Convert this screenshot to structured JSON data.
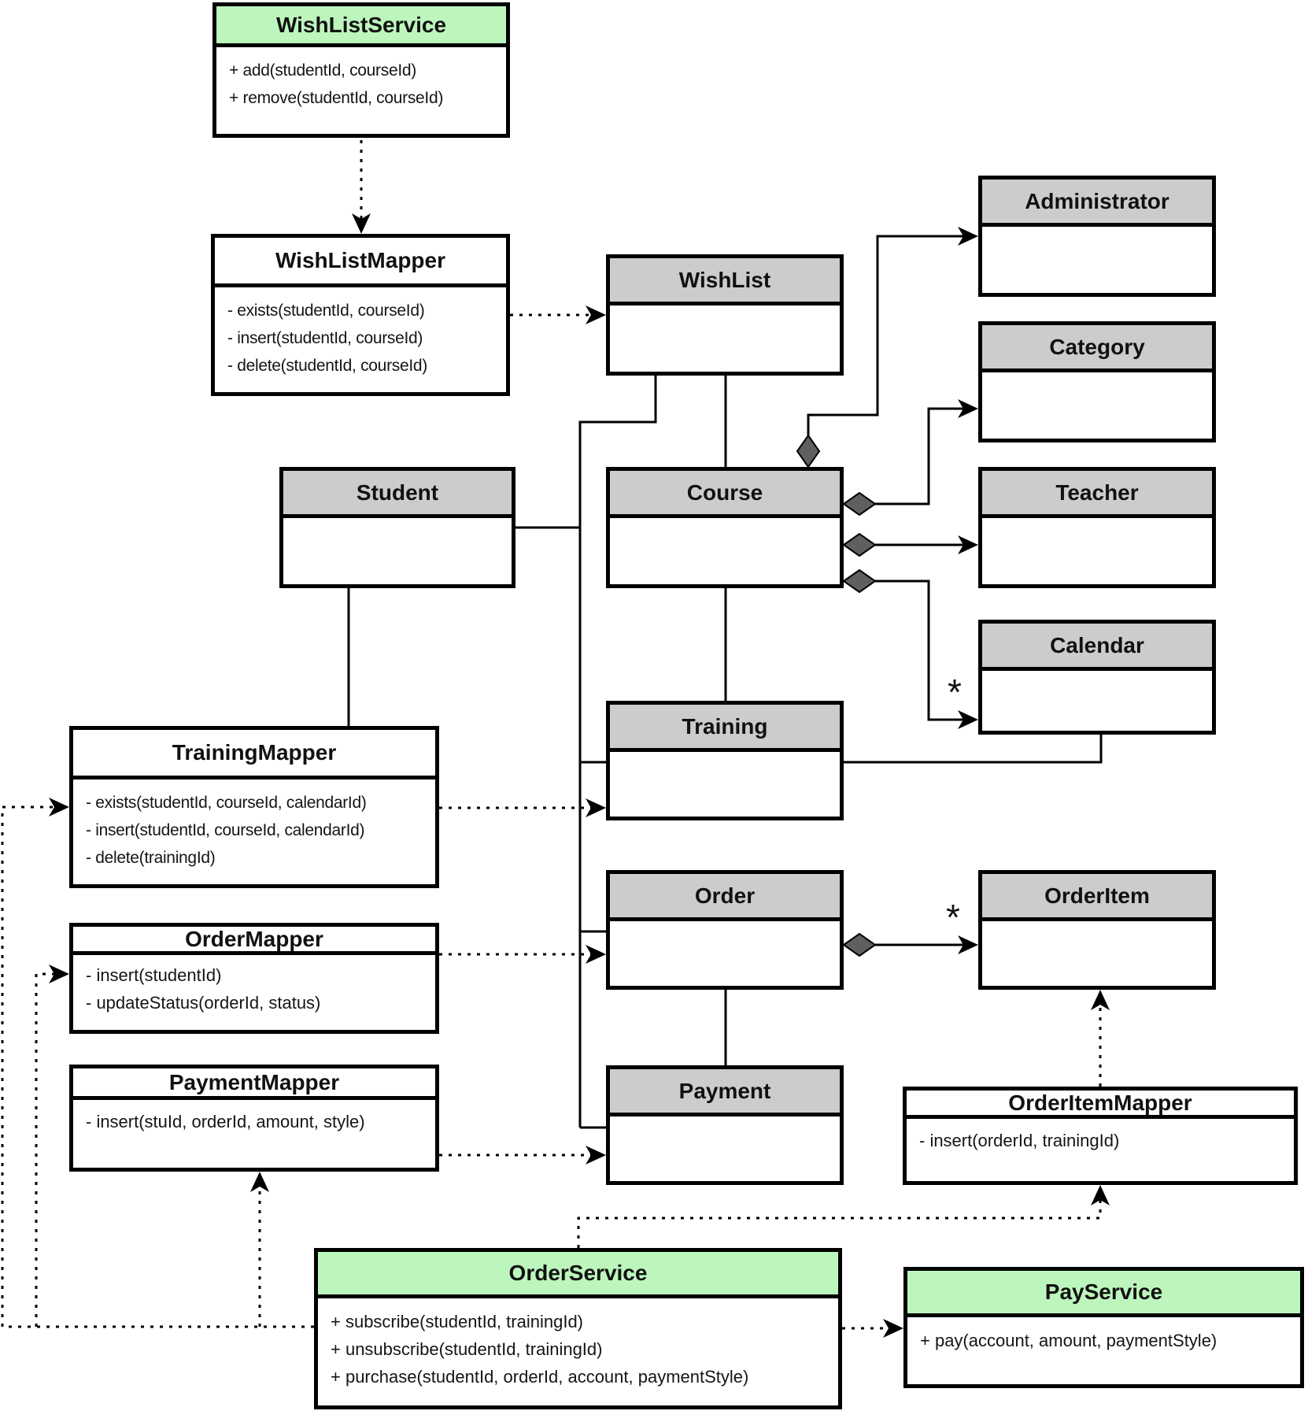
{
  "diagram": {
    "kind": "uml-class-diagram",
    "colors": {
      "service_header": "#bdf6bd",
      "entity_header": "#cccccc",
      "mapper_header": "#ffffff",
      "line": "#000000",
      "diamond_fill": "#5f5f5f",
      "background": "#ffffff"
    },
    "classes": [
      {
        "name": "WishListService",
        "kind": "service",
        "methods": [
          "+ add(studentId, courseId)",
          "+ remove(studentId, courseId)"
        ]
      },
      {
        "name": "WishListMapper",
        "kind": "mapper",
        "methods": [
          "- exists(studentId, courseId)",
          "- insert(studentId, courseId)",
          "- delete(studentId, courseId)"
        ]
      },
      {
        "name": "WishList",
        "kind": "entity",
        "methods": []
      },
      {
        "name": "Administrator",
        "kind": "entity",
        "methods": []
      },
      {
        "name": "Category",
        "kind": "entity",
        "methods": []
      },
      {
        "name": "Student",
        "kind": "entity",
        "methods": []
      },
      {
        "name": "Course",
        "kind": "entity",
        "methods": []
      },
      {
        "name": "Teacher",
        "kind": "entity",
        "methods": []
      },
      {
        "name": "Calendar",
        "kind": "entity",
        "methods": []
      },
      {
        "name": "TrainingMapper",
        "kind": "mapper",
        "methods": [
          "- exists(studentId, courseId, calendarId)",
          "- insert(studentId, courseId, calendarId)",
          "- delete(trainingId)"
        ]
      },
      {
        "name": "Training",
        "kind": "entity",
        "methods": []
      },
      {
        "name": "OrderMapper",
        "kind": "mapper",
        "methods": [
          "- insert(studentId)",
          "- updateStatus(orderId, status)"
        ]
      },
      {
        "name": "Order",
        "kind": "entity",
        "methods": []
      },
      {
        "name": "OrderItem",
        "kind": "entity",
        "methods": []
      },
      {
        "name": "PaymentMapper",
        "kind": "mapper",
        "methods": [
          "- insert(stuId, orderId, amount, style)"
        ]
      },
      {
        "name": "Payment",
        "kind": "entity",
        "methods": []
      },
      {
        "name": "OrderItemMapper",
        "kind": "mapper",
        "methods": [
          "- insert(orderId, trainingId)"
        ]
      },
      {
        "name": "OrderService",
        "kind": "service",
        "methods": [
          "+ subscribe(studentId, trainingId)",
          "+ unsubscribe(studentId, trainingId)",
          "+ purchase(studentId, orderId, account, paymentStyle)"
        ]
      },
      {
        "name": "PayService",
        "kind": "service",
        "methods": [
          "+ pay(account, amount, paymentStyle)"
        ]
      }
    ],
    "multiplicities": {
      "course_calendar": "*",
      "order_orderitem": "*"
    },
    "relations": [
      {
        "from": "WishListService",
        "to": "WishListMapper",
        "type": "dependency"
      },
      {
        "from": "WishListMapper",
        "to": "WishList",
        "type": "dependency"
      },
      {
        "from": "TrainingMapper",
        "to": "Training",
        "type": "dependency"
      },
      {
        "from": "OrderMapper",
        "to": "Order",
        "type": "dependency"
      },
      {
        "from": "PaymentMapper",
        "to": "Payment",
        "type": "dependency"
      },
      {
        "from": "OrderItemMapper",
        "to": "OrderItem",
        "type": "dependency"
      },
      {
        "from": "OrderService",
        "to": "TrainingMapper",
        "type": "dependency"
      },
      {
        "from": "OrderService",
        "to": "OrderMapper",
        "type": "dependency"
      },
      {
        "from": "OrderService",
        "to": "PaymentMapper",
        "type": "dependency"
      },
      {
        "from": "OrderService",
        "to": "OrderItemMapper",
        "type": "dependency"
      },
      {
        "from": "OrderService",
        "to": "PayService",
        "type": "dependency"
      },
      {
        "from": "Course",
        "to": "Administrator",
        "type": "aggregation"
      },
      {
        "from": "Course",
        "to": "Category",
        "type": "aggregation"
      },
      {
        "from": "Course",
        "to": "Teacher",
        "type": "aggregation"
      },
      {
        "from": "Course",
        "to": "Calendar",
        "type": "aggregation",
        "multiplicity": "*"
      },
      {
        "from": "Order",
        "to": "OrderItem",
        "type": "aggregation",
        "multiplicity": "*"
      },
      {
        "from": "Student",
        "to": "WishList",
        "type": "association"
      },
      {
        "from": "Student",
        "to": "Training",
        "type": "association"
      },
      {
        "from": "Student",
        "to": "Order",
        "type": "association"
      },
      {
        "from": "Student",
        "to": "Payment",
        "type": "association"
      },
      {
        "from": "Student",
        "to": "TrainingMapper",
        "type": "association"
      },
      {
        "from": "WishList",
        "to": "Course",
        "type": "association"
      },
      {
        "from": "Course",
        "to": "Training",
        "type": "association"
      },
      {
        "from": "Order",
        "to": "Payment",
        "type": "association"
      },
      {
        "from": "Training",
        "to": "Calendar",
        "type": "association"
      }
    ]
  }
}
